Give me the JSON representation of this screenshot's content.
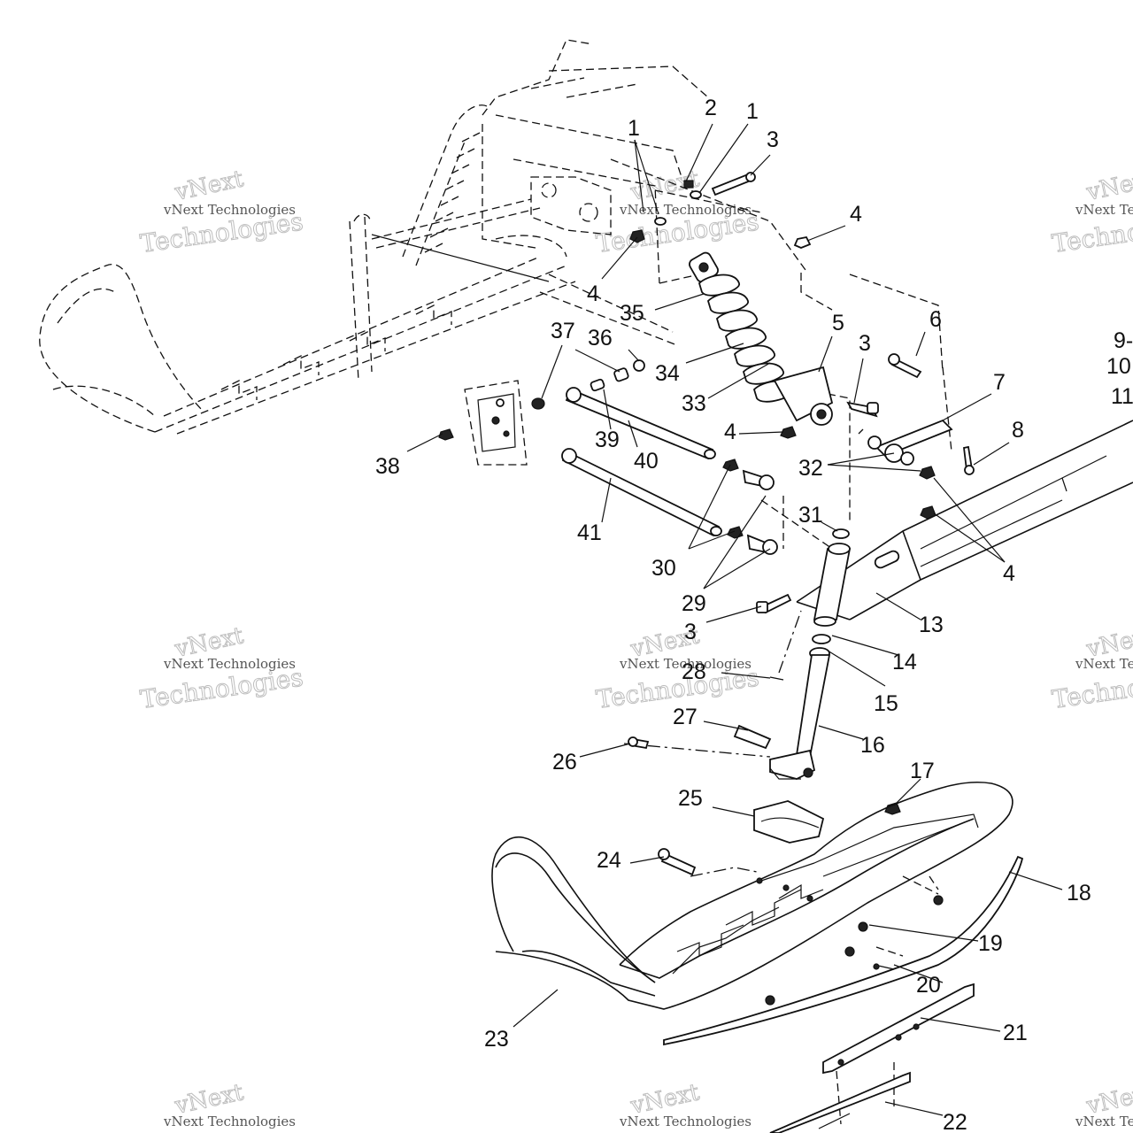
{
  "watermark": {
    "brand": "vNext",
    "line1": "vNext Technologies",
    "line2": "Technologies"
  },
  "callouts": {
    "c1a": "1",
    "c1b": "1",
    "c2": "2",
    "c3a": "3",
    "c3b": "3",
    "c3c": "3",
    "c4a": "4",
    "c4b": "4",
    "c4c": "4",
    "c4d": "4",
    "c5": "5",
    "c6": "6",
    "c7": "7",
    "c8": "8",
    "c9": "9-",
    "c10": "10",
    "c11": "11",
    "c13": "13",
    "c14": "14",
    "c15": "15",
    "c16": "16",
    "c17": "17",
    "c18": "18",
    "c19": "19",
    "c20": "20",
    "c21": "21",
    "c22": "22",
    "c23": "23",
    "c24": "24",
    "c25": "25",
    "c26": "26",
    "c27": "27",
    "c28": "28",
    "c29": "29",
    "c30": "30",
    "c31": "31",
    "c32": "32",
    "c33": "33",
    "c34": "34",
    "c35": "35",
    "c36": "36",
    "c37": "37",
    "c38": "38",
    "c39": "39",
    "c40": "40",
    "c41": "41"
  }
}
